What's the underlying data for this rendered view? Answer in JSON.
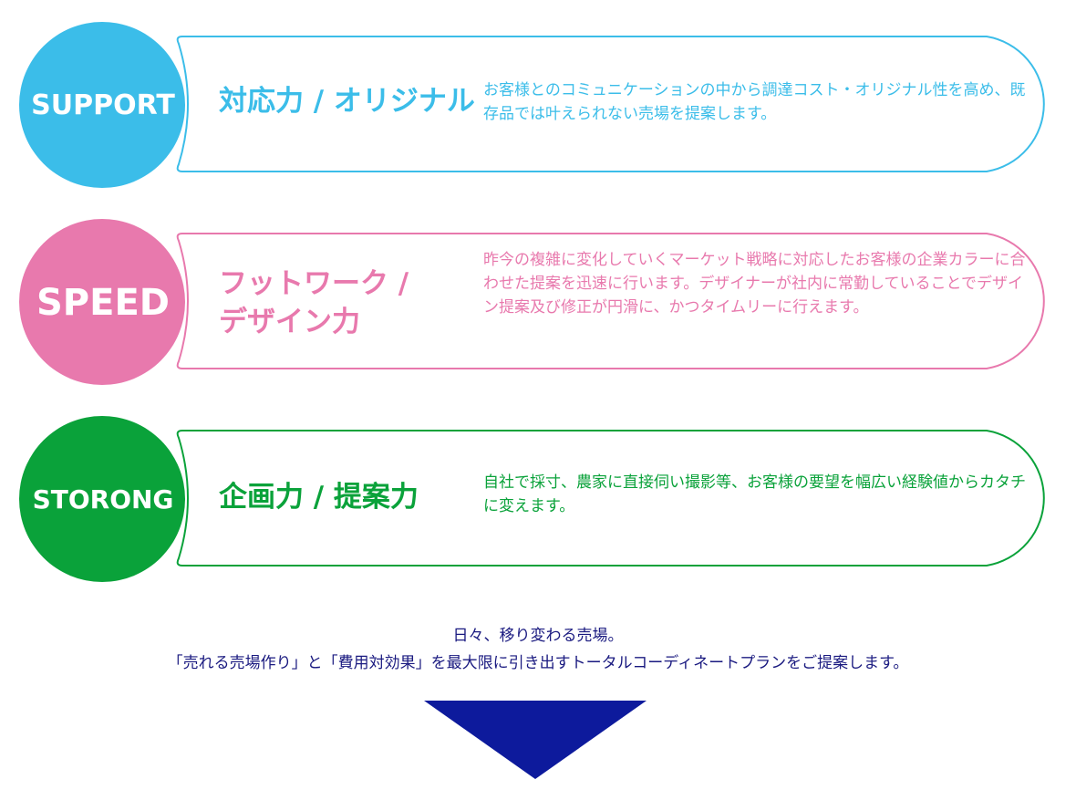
{
  "rows": [
    {
      "label": "SUPPORT",
      "heading": "対応力 / オリジナル",
      "description": "お客様とのコミュニケーションの中から調達コスト・オリジナル性を高め、既存品では叶えられない売場を提案します。",
      "color": "#3bbde9"
    },
    {
      "label": "SPEED",
      "heading": "フットワーク /\nデザイン力",
      "description": "昨今の複雑に変化していくマーケット戦略に対応したお客様の企業カラーに合わせた提案を迅速に行います。デザイナーが社内に常勤していることでデザイン提案及び修正が円滑に、かつタイムリーに行えます。",
      "color": "#e879ad"
    },
    {
      "label": "STORONG",
      "heading": "企画力 / 提案力",
      "description": "自社で採寸、農家に直接伺い撮影等、お客様の要望を幅広い経験値からカタチに変えます。",
      "color": "#0aa23a"
    }
  ],
  "summary": {
    "line1": "日々、移り変わる売場。",
    "line2": "「売れる売場作り」と「費用対効果」を最大限に引き出すトータルコーディネートプランをご提案します。",
    "color": "#1a1a80"
  },
  "arrow": {
    "color": "#0d1a9c",
    "icon": "down-triangle-icon"
  }
}
